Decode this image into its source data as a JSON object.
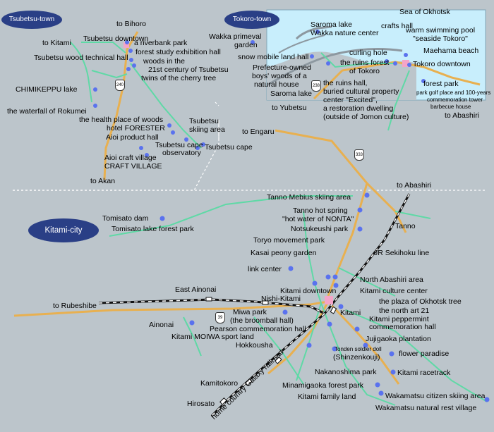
{
  "regions": {
    "tsubetsu": "Tsubetsu-town",
    "tokoro": "Tokoro-town",
    "kitami": "Kitami-city"
  },
  "route_shields": [
    "240",
    "238",
    "333",
    "39"
  ],
  "tsubetsu_labels": [
    "to Bihoro",
    "to Kitami",
    "Tsubetsu downtown",
    "a riverbank park",
    "forest study exhibition hall",
    "woods in the",
    "21st century of Tsubetsu",
    "twins of the cherry tree",
    "Tsubetsu wood technical hall",
    "CHIMIKEPPU lake",
    "the waterfall of Rokumei",
    "the health place of woods",
    "hotel FORESTER",
    "Aioi product hall",
    "Tsubetsu cape",
    "observatory",
    "Aioi craft village",
    "CRAFT VILLAGE",
    "Tsubetsu",
    "skiing area",
    "Tsubetsu cape",
    "to Akan"
  ],
  "tokoro_labels": [
    "Sea of Okhotsk",
    "Saroma lake",
    "Wakka nature center",
    "Wakka primeval",
    "garden",
    "crafts hall",
    "warm swimming pool",
    "\"seaside Tokoro\"",
    "snow mobile land hall",
    "curling hole",
    "Maehama beach",
    "Prefecture-owned",
    "boys' woods of a",
    "natural house",
    "the ruins forest",
    "of Tokoro",
    "Tokoro downtown",
    "Saroma lake",
    "the ruins hall,",
    "buried cultural property",
    "center \"Excited\",",
    "a restoration dwelling",
    "(outside of Jomon culture)",
    "to Yubetsu",
    "forest park",
    "park golf place and 100-years",
    "commemoration tower",
    "barbecue house",
    "to Abashiri"
  ],
  "kitami_labels": [
    "to Engaru",
    "to Abashiri",
    "Tanno Mebius skiing area",
    "Tanno hot spring",
    "\"hot water of NONTA\"",
    "Tanno",
    "Tomisato dam",
    "Tomisato lake forest park",
    "Notsukeushi park",
    "Toryo movement park",
    "Kasai peony garden",
    "JR Sekihoku line",
    "link center",
    "North Abashiri area",
    "Kitami downtown",
    "Kitami culture center",
    "East Ainonai",
    "Nishi-Kitami",
    "the plaza of Okhotsk tree",
    "to Rubeshibe",
    "Kitami",
    "the north art 21",
    "Miwa park",
    "(the broomball hall)",
    "Kitami peppermint",
    "commemoration hall",
    "Ainonai",
    "Pearson commemoration hall",
    "Kitami MOIWA sport land",
    "Jujigaoka  plantation",
    "Hokkousha",
    "Tonden soldier doll",
    "(Shinzenkouji)",
    "flower paradise",
    "Nakanoshima park",
    "Kitami racetrack",
    "Kamitokoro",
    "Minamigaoka forest park",
    "Wakamatsu citizen skiing area",
    "Kitami family land",
    "Hirosato",
    "Wakamatsu natural rest village",
    "home country Galaxy railroad"
  ],
  "colors": {
    "background": "#bcc5cb",
    "road_major": "#e8b050",
    "road_minor": "#5fd9a6",
    "lake": "#c8eefc",
    "point": "#5a72ee",
    "region_badge": "#2a3f86",
    "railroad": "#111111",
    "downtown": "#f4a4c8"
  }
}
